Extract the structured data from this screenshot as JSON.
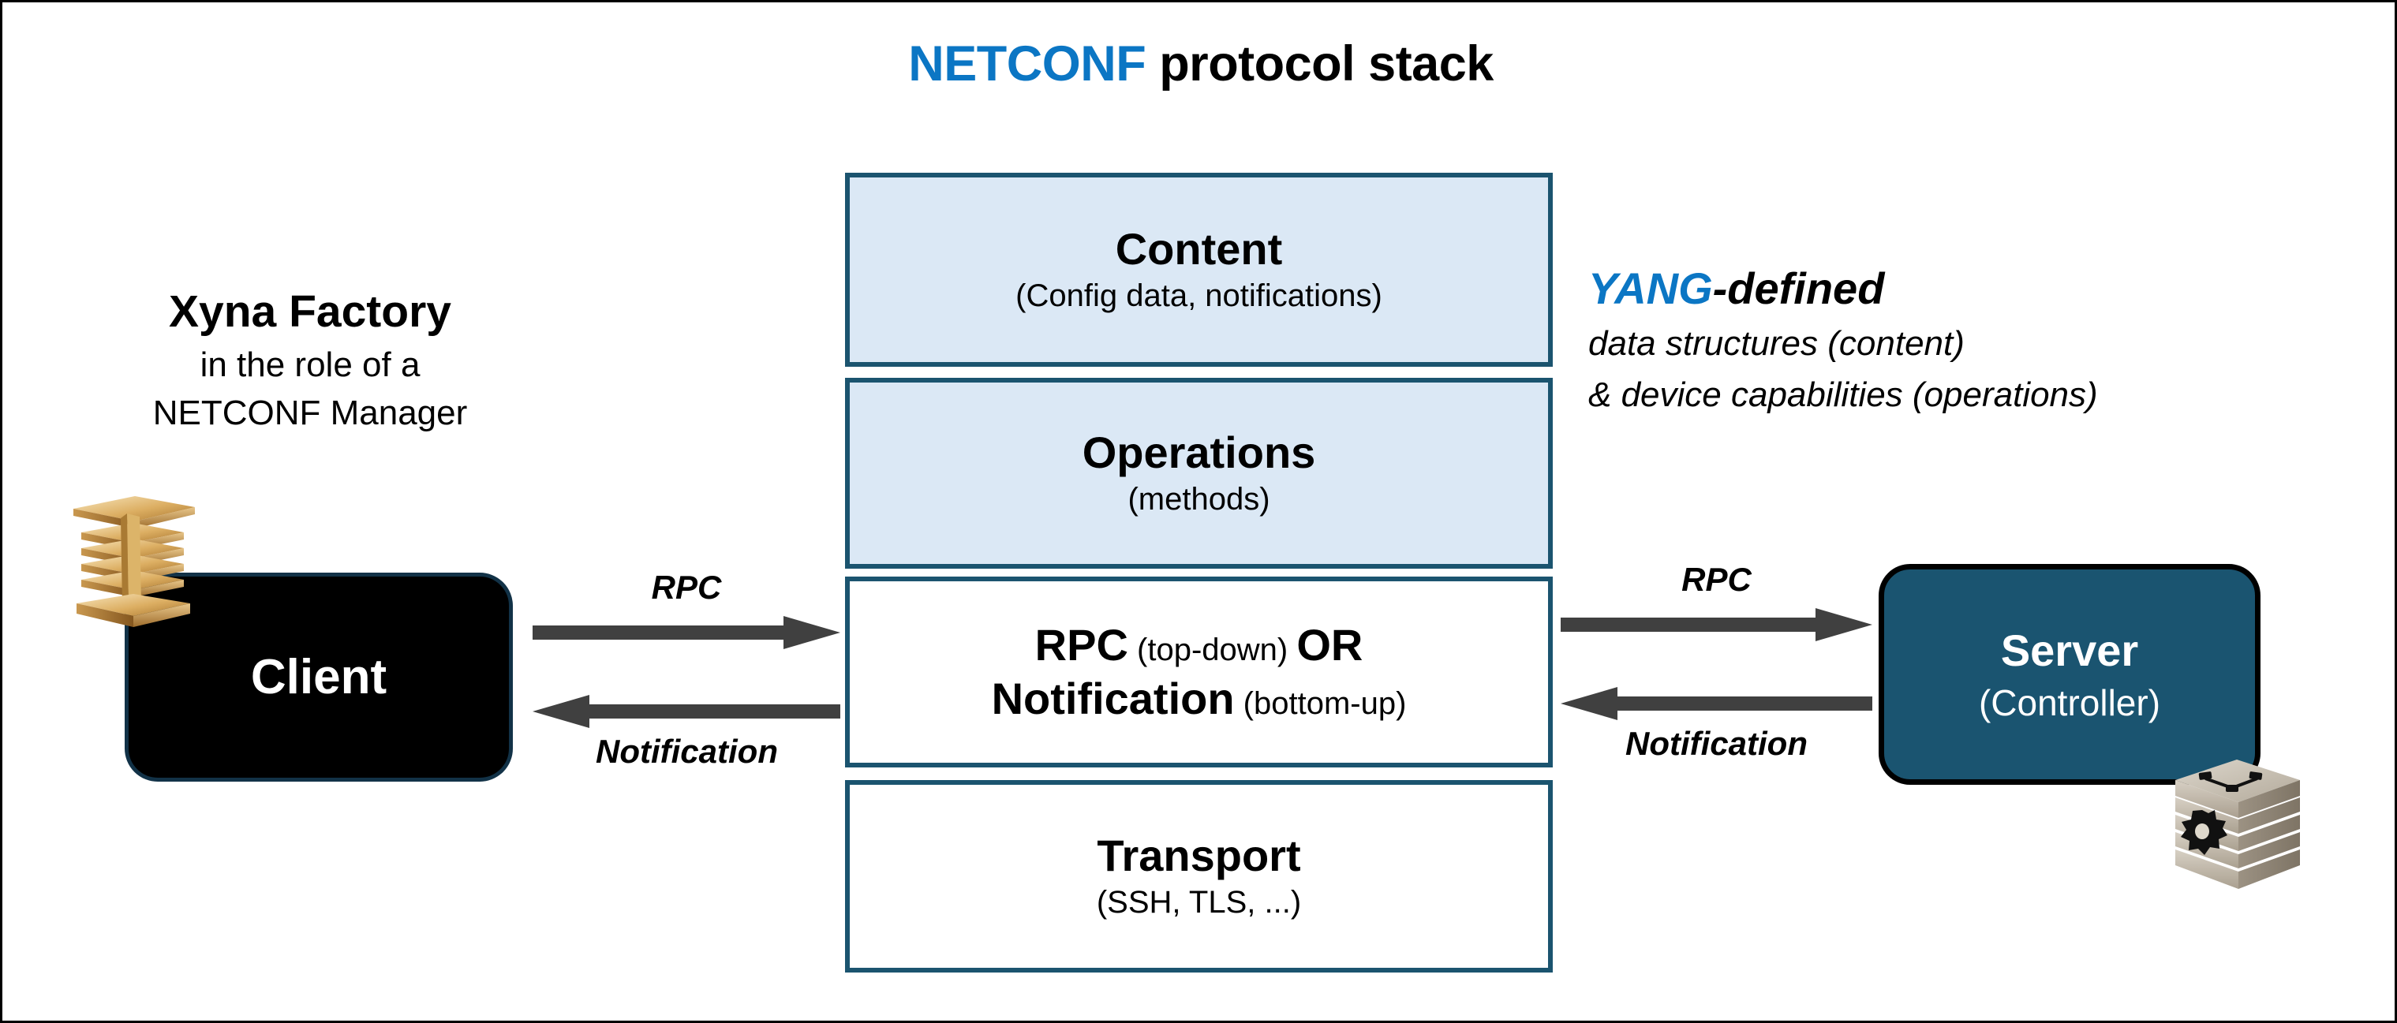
{
  "title": {
    "accent": "NETCONF",
    "rest": " protocol stack",
    "accent_color": "#0b76c4"
  },
  "stack": {
    "layers": [
      {
        "name": "content",
        "title": "Content",
        "subtitle": "(Config data, notifications)",
        "fill": "#dbe8f5",
        "border": "#1b546f"
      },
      {
        "name": "operations",
        "title": "Operations",
        "subtitle": "(methods)",
        "fill": "#dbe8f5",
        "border": "#1b546f"
      },
      {
        "name": "rpc",
        "title_line1_main": "RPC",
        "title_line1_sub": " (top-down) ",
        "title_line1_tail": "OR",
        "title_line2_main": "Notification",
        "title_line2_sub": " (bottom-up)",
        "fill": "#ffffff",
        "border": "#1b546f"
      },
      {
        "name": "transport",
        "title": "Transport",
        "subtitle": "(SSH, TLS, ...)",
        "fill": "#ffffff",
        "border": "#1b546f"
      }
    ]
  },
  "left_label": {
    "title": "Xyna Factory",
    "line1": "in the role of a",
    "line2": "NETCONF Manager"
  },
  "right_label": {
    "title_accent": "YANG",
    "title_rest": "-defined",
    "line1": "data structures (content)",
    "line2": "& device capabilities (operations)"
  },
  "client": {
    "title": "Client",
    "fill": "#000000",
    "border": "#123247",
    "icon": "factory-stack-icon"
  },
  "server": {
    "title": "Server",
    "subtitle": "(Controller)",
    "fill": "#1a5470",
    "border": "#000000",
    "icon": "server-gear-icon"
  },
  "arrows": {
    "color": "#404040",
    "left_rpc_label": "RPC",
    "left_notification_label": "Notification",
    "right_rpc_label": "RPC",
    "right_notification_label": "Notification"
  }
}
